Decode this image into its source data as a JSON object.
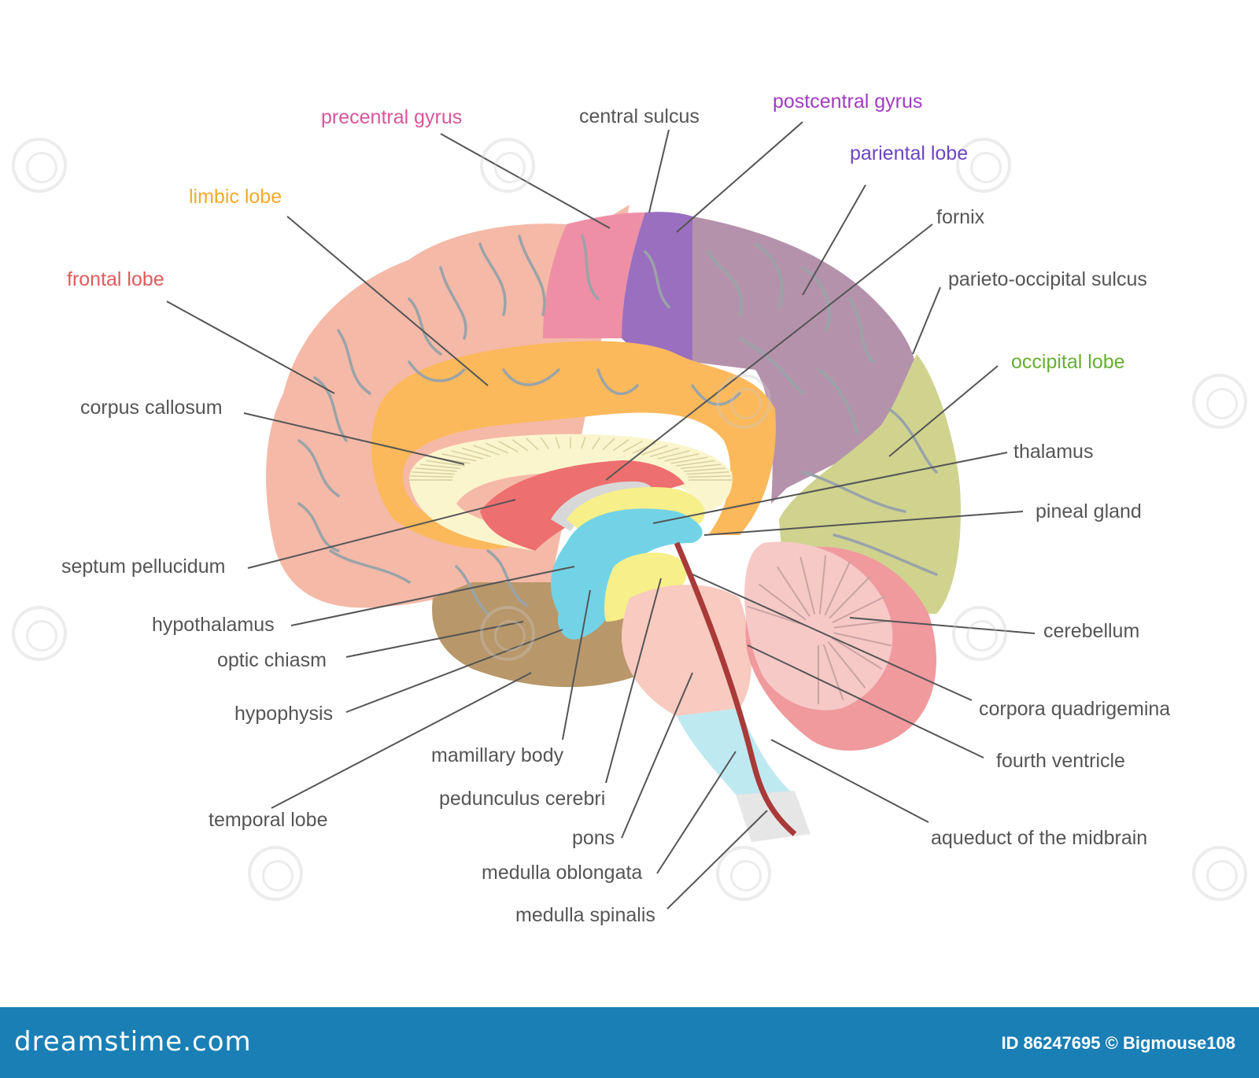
{
  "labels": {
    "precentral_gyrus": {
      "text": "precentral gyrus",
      "color": "#d9569b"
    },
    "central_sulcus": {
      "text": "central  sulcus",
      "color": "#555555"
    },
    "postcentral_gyrus": {
      "text": "postcentral gyrus",
      "color": "#a13bbf"
    },
    "pariental_lobe": {
      "text": "pariental lobe",
      "color": "#6b45c2"
    },
    "limbic_lobe": {
      "text": "limbic lobe",
      "color": "#f4a92c"
    },
    "fornix": {
      "text": "fornix",
      "color": "#555555"
    },
    "frontal_lobe": {
      "text": "frontal lobe",
      "color": "#e05a5a"
    },
    "parieto_occipital_sulcus": {
      "text": "parieto-occipital sulcus",
      "color": "#555555"
    },
    "occipital_lobe": {
      "text": "occipital lobe",
      "color": "#66b030"
    },
    "corpus_callosum": {
      "text": "corpus callosum",
      "color": "#555555"
    },
    "thalamus": {
      "text": "thalamus",
      "color": "#555555"
    },
    "pineal_gland": {
      "text": "pineal gland",
      "color": "#555555"
    },
    "septum_pellucidum": {
      "text": "septum pellucidum",
      "color": "#555555"
    },
    "hypothalamus": {
      "text": "hypothalamus",
      "color": "#555555"
    },
    "cerebellum": {
      "text": "cerebellum",
      "color": "#555555"
    },
    "optic_chiasm": {
      "text": "optic chiasm",
      "color": "#555555"
    },
    "corpora_quadrigemina": {
      "text": "corpora quadrigemina",
      "color": "#555555"
    },
    "hypophysis": {
      "text": "hypophysis",
      "color": "#555555"
    },
    "mamillary_body": {
      "text": "mamillary body",
      "color": "#555555"
    },
    "fourth_ventricle": {
      "text": "fourth ventricle",
      "color": "#555555"
    },
    "pedunculus_cerebri": {
      "text": "pedunculus cerebri",
      "color": "#555555"
    },
    "temporal_lobe": {
      "text": "temporal lobe",
      "color": "#555555"
    },
    "pons": {
      "text": "pons",
      "color": "#555555"
    },
    "aqueduct": {
      "text": "aqueduct of the midbrain",
      "color": "#555555"
    },
    "medulla_oblongata": {
      "text": "medulla oblongata",
      "color": "#555555"
    },
    "medulla_spinalis": {
      "text": "medulla spinalis",
      "color": "#555555"
    }
  },
  "region_colors": {
    "frontal": "#f5b9a8",
    "precentral": "#ee8fa6",
    "postcentral": "#9b6fbf",
    "parietal": "#b592ab",
    "occipital": "#cfd38e",
    "limbic": "#fbb95c",
    "corpus_callosum": "#fbf5cd",
    "septum": "#ee6f6f",
    "fornix": "#d8d8d8",
    "thalamus": "#f7ef8a",
    "ventricle": "#72d3e6",
    "temporal": "#b8976a",
    "brainstem": "#f9cabf",
    "medulla": "#bfe9f1",
    "spinal": "#e6e6e6",
    "cerebellum": "#f6c9c6",
    "cerebellum_outer": "#f09a9e",
    "aqueduct": "#a83a3a",
    "sulci": "#9aa3a8",
    "leader": "#555555"
  },
  "footer": {
    "logo": "dreamstime.com",
    "credit": "ID 86247695 © Bigmouse108"
  }
}
